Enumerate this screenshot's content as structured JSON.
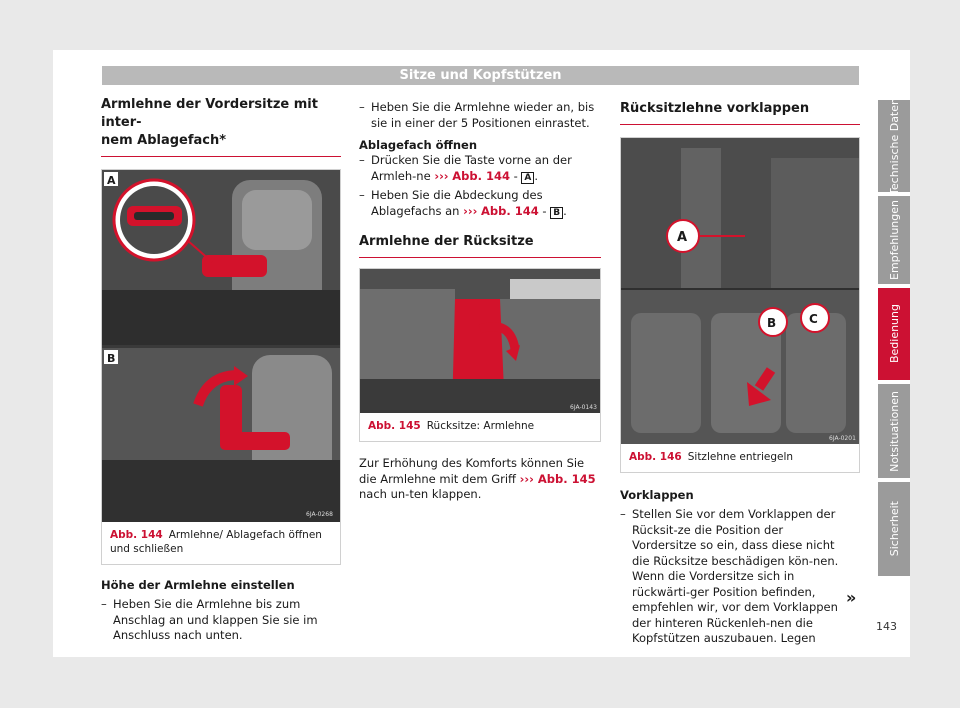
{
  "header": {
    "title": "Sitze und Kopfstützen"
  },
  "col1": {
    "heading": "Armlehne der Vordersitze mit inter-nem Ablagefach*",
    "heading_l1": "Armlehne der Vordersitze mit inter-",
    "heading_l2": "nem Ablagefach*",
    "figure": {
      "label": "Abb. 144",
      "caption": "Armlehne/ Ablagefach öffnen und schließen",
      "marker_a": "A",
      "marker_b": "B",
      "code": "6JA-0268"
    },
    "subheading": "Höhe der Armlehne einstellen",
    "items": [
      "Heben Sie die Armlehne bis zum Anschlag an und klappen Sie sie im Anschluss nach unten."
    ]
  },
  "col2": {
    "items_top": [
      "Heben Sie die Armlehne wieder an, bis sie in einer der 5 Positionen einrastet."
    ],
    "subheading": "Ablagefach öffnen",
    "item_a_pre": "Drücken Sie die Taste vorne an der Armleh-ne ",
    "item_b_pre": "Heben Sie die Abdeckung des Ablagefachs an ",
    "ref_arrow": "›››",
    "ref_fig": "Abb. 144",
    "sep": " - ",
    "box_a": "A",
    "box_b": "B",
    "end": ".",
    "heading": "Armlehne der Rücksitze",
    "figure": {
      "label": "Abb. 145",
      "caption": "Rücksitze: Armlehne",
      "code": "6JA-0143"
    },
    "para_pre": "Zur Erhöhung des Komforts können Sie die Armlehne mit dem Griff ",
    "para_ref": "››› Abb. 145",
    "para_post": " nach un-ten klappen."
  },
  "col3": {
    "heading": "Rücksitzlehne vorklappen",
    "figure": {
      "label": "Abb. 146",
      "caption": "Sitzlehne entriegeln",
      "marker_a": "A",
      "marker_b": "B",
      "marker_c": "C",
      "code": "6JA-0201"
    },
    "subheading": "Vorklappen",
    "items": [
      "Stellen Sie vor dem Vorklappen der Rücksit-ze die Position der Vordersitze so ein, dass diese nicht die Rücksitze beschädigen kön-nen. Wenn die Vordersitze sich in rückwärti-ger Position befinden, empfehlen wir, vor dem Vorklappen der hinteren Rückenleh-nen die Kopfstützen auszubauen. Legen"
    ],
    "more": "»"
  },
  "sidebar": {
    "tabs": [
      {
        "label": "Technische Daten",
        "active": false
      },
      {
        "label": "Empfehlungen",
        "active": false
      },
      {
        "label": "Bedienung",
        "active": true
      },
      {
        "label": "Notsituationen",
        "active": false
      },
      {
        "label": "Sicherheit",
        "active": false
      }
    ]
  },
  "page_number": "143",
  "colors": {
    "accent": "#cc1133",
    "tab": "#9b9b9b",
    "header": "#b9b9b9"
  }
}
